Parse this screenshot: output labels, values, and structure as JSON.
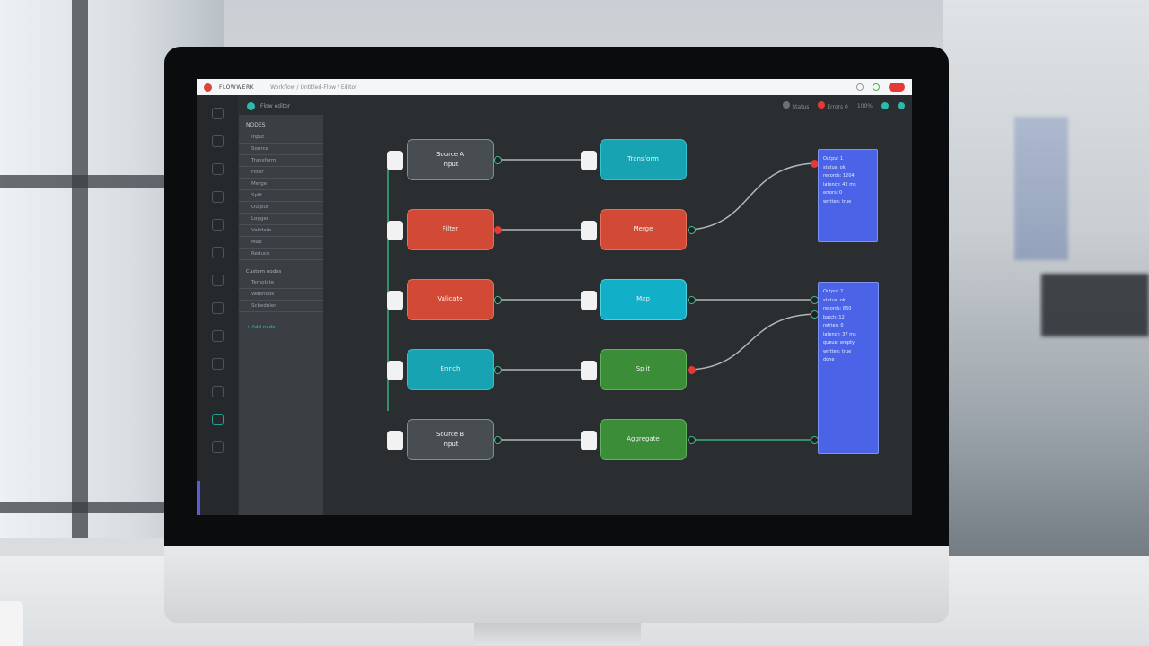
{
  "window": {
    "title": "FLOWWERK",
    "path": "Workflow / Untitled-Flow / Editor",
    "buttons": [
      "minimize",
      "maximize",
      "close"
    ]
  },
  "toolbar": {
    "project_name": "Flow editor",
    "status_label": "Status",
    "error_label": "Errors 0",
    "zoom_label": "100%"
  },
  "rail": {
    "icons": [
      "home-icon",
      "layers-icon",
      "box-icon",
      "chart-icon",
      "list-icon",
      "user-icon",
      "settings-icon",
      "folder-icon",
      "database-icon",
      "filter-icon",
      "link-icon",
      "code-icon",
      "help-icon"
    ]
  },
  "panel": {
    "header": "NODES",
    "items": [
      "Input",
      "Source",
      "Transform",
      "Filter",
      "Merge",
      "Split",
      "Output",
      "Logger",
      "Validate",
      "Map",
      "Reduce"
    ],
    "group": "Custom nodes",
    "group_items": [
      "Template",
      "Webhook",
      "Scheduler"
    ],
    "footer": "+ Add node"
  },
  "nodes": [
    {
      "label": "Source A",
      "sub": "Input"
    },
    {
      "label": "Transform",
      "sub": ""
    },
    {
      "label": "Filter",
      "sub": ""
    },
    {
      "label": "Merge",
      "sub": ""
    },
    {
      "label": "Validate",
      "sub": ""
    },
    {
      "label": "Map",
      "sub": ""
    },
    {
      "label": "Enrich",
      "sub": ""
    },
    {
      "label": "Split",
      "sub": ""
    },
    {
      "label": "Source B",
      "sub": "Input"
    },
    {
      "label": "Aggregate",
      "sub": ""
    }
  ],
  "outputs": {
    "top": {
      "title": "Output 1",
      "lines": [
        "status: ok",
        "records: 1204",
        "latency: 42 ms",
        "errors: 0",
        "written: true"
      ]
    },
    "bottom": {
      "title": "Output 2",
      "lines": [
        "status: ok",
        "records: 860",
        "batch: 12",
        "retries: 0",
        "latency: 37 ms",
        "queue: empty",
        "written: true",
        "done"
      ]
    }
  },
  "colors": {
    "red": "#d24a35",
    "teal": "#17a3b2",
    "green": "#3b8d37",
    "gray": "#474d51",
    "output": "#4b63e6",
    "wire": "#c8d0d4"
  }
}
